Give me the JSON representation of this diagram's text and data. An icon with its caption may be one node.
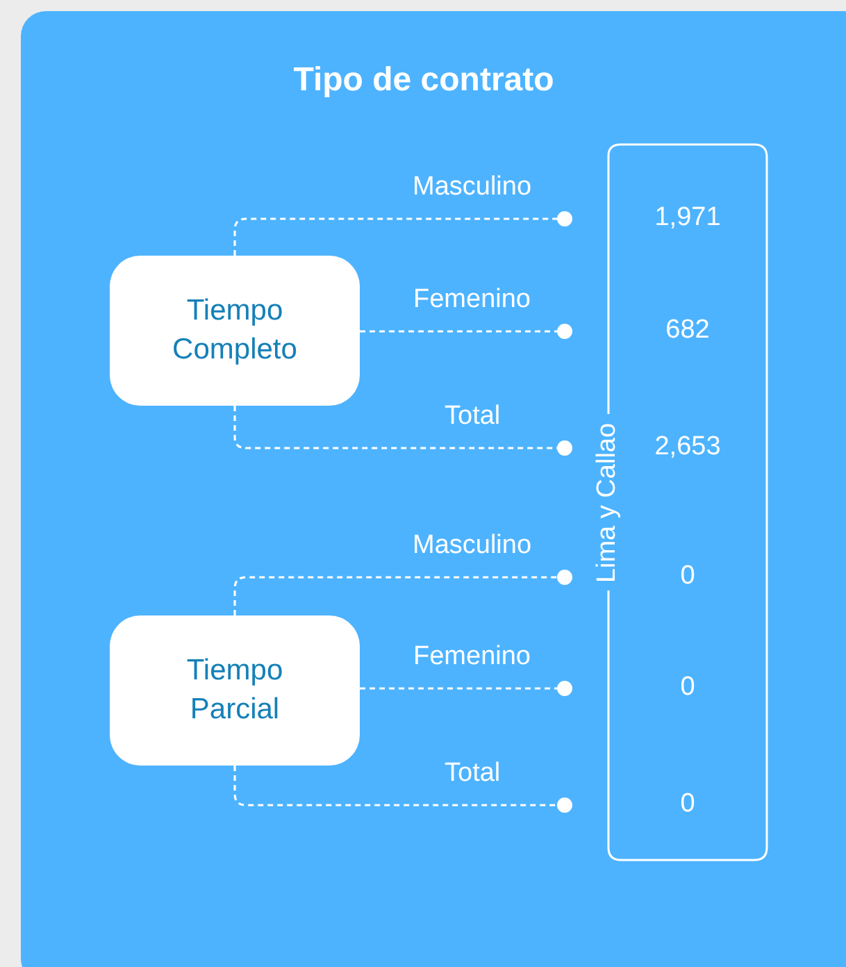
{
  "diagram": {
    "title": "Tipo de contrato",
    "nodes": [
      {
        "text": [
          "Tiempo Completo"
        ]
      },
      {
        "text": [
          "Tiempo Parcial"
        ]
      },
      {
        "text": [
          "Lima y Callao"
        ]
      },
      {
        "text": [],
        "shape": "circle"
      },
      {
        "text": [],
        "shape": "circle"
      },
      {
        "text": [],
        "shape": "circle"
      },
      {
        "text": [],
        "shape": "circle"
      },
      {
        "text": [],
        "shape": "circle"
      },
      {
        "text": [],
        "shape": "circle"
      }
    ],
    "edges": [
      {
        "from": 0,
        "to": 3,
        "arrow": "none",
        "label": "Masculino",
        "style": "dashed"
      },
      {
        "from": 0,
        "to": 4,
        "arrow": "none",
        "label": "Femenino",
        "style": "dashed"
      },
      {
        "from": 0,
        "to": 5,
        "arrow": "none",
        "label": "Total",
        "style": "dashed"
      },
      {
        "from": 1,
        "to": 6,
        "arrow": "none",
        "label": "Masculino",
        "style": "dashed"
      },
      {
        "from": 1,
        "to": 7,
        "arrow": "none",
        "label": "Femenino",
        "style": "dashed"
      },
      {
        "from": 1,
        "to": 8,
        "arrow": "none",
        "label": "Total",
        "style": "dashed"
      }
    ],
    "labels": [
      "1,971",
      "682",
      "2,653",
      "0",
      "0",
      "0"
    ]
  }
}
